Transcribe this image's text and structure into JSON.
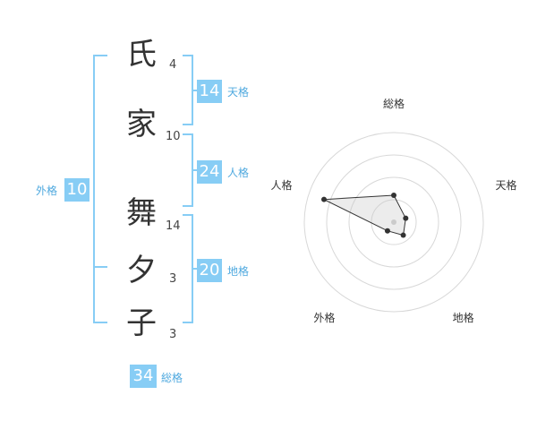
{
  "name": {
    "chars": [
      {
        "char": "氏",
        "strokes": "4"
      },
      {
        "char": "家",
        "strokes": "10"
      },
      {
        "char": "舞",
        "strokes": "14"
      },
      {
        "char": "夕",
        "strokes": "3"
      },
      {
        "char": "子",
        "strokes": "3"
      }
    ]
  },
  "fortunes": {
    "tenkaku": {
      "value": "14",
      "label": "天格"
    },
    "jinkaku": {
      "value": "24",
      "label": "人格"
    },
    "chikaku": {
      "value": "20",
      "label": "地格"
    },
    "gaikaku": {
      "value": "10",
      "label": "外格"
    },
    "soukaku": {
      "value": "34",
      "label": "総格"
    }
  },
  "colors": {
    "accent": "#87cdf5",
    "accent_text": "#4fa9df",
    "kanji": "#333333"
  },
  "chart_data": {
    "type": "radar",
    "axes": [
      "総格",
      "天格",
      "地格",
      "外格",
      "人格"
    ],
    "values": [
      1.5,
      0.7,
      0.9,
      0.6,
      4.1
    ],
    "rmax": 5,
    "rings": 4
  }
}
